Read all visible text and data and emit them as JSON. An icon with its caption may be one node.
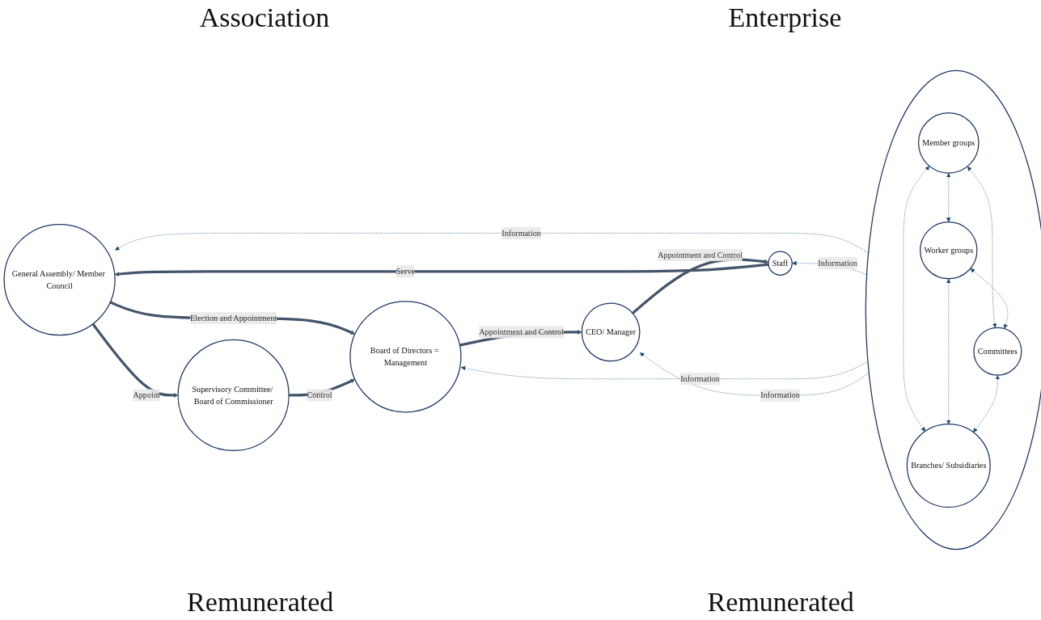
{
  "diagram": {
    "nodes": [
      {
        "text": [
          "General Assembly/ Member Council"
        ]
      },
      {
        "text": [
          "Supervisory Committee/ Board of Commissioner"
        ]
      },
      {
        "text": [
          "Board of Directors = Management"
        ]
      },
      {
        "text": [],
        "shape": "circle"
      },
      {
        "text": [
          "Member groups"
        ],
        "in": 3
      },
      {
        "text": [
          "Worker groups"
        ],
        "in": 3
      },
      {
        "text": [
          "Committees"
        ],
        "in": 3
      },
      {
        "text": [
          "Branches/ Subsidiaries"
        ],
        "in": 3
      },
      {
        "text": [
          "Staff"
        ]
      },
      {
        "text": [
          "CEO/ Manager"
        ]
      }
    ],
    "edges": [
      {
        "from": 8,
        "to": 0,
        "arrow": "to",
        "label": "Serve",
        "style": "thick"
      },
      {
        "from": 0,
        "to": 2,
        "arrow": "to",
        "label": "Election and Appointment",
        "style": "thick"
      },
      {
        "from": 0,
        "to": 1,
        "arrow": "to",
        "label": "Appoint",
        "style": "thick"
      },
      {
        "from": 1,
        "to": 2,
        "arrow": "to",
        "label": "Control",
        "style": "thick"
      },
      {
        "from": 2,
        "to": 9,
        "arrow": "to",
        "label": "Appointment and Control",
        "style": "thick"
      },
      {
        "from": 9,
        "to": 8,
        "arrow": "to",
        "label": "Appointment and Control",
        "style": "thick"
      },
      {
        "from": 0,
        "to": 3,
        "arrow": "both",
        "label": "Information",
        "style": "dashed"
      },
      {
        "from": 8,
        "to": 3,
        "arrow": "both",
        "label": "Information",
        "style": "dashed"
      },
      {
        "from": 2,
        "to": 3,
        "arrow": "both",
        "label": "Information",
        "style": "dashed"
      },
      {
        "from": 9,
        "to": 3,
        "arrow": "both",
        "label": "Information",
        "style": "dashed"
      },
      {
        "from": 4,
        "to": 5,
        "arrow": "both",
        "style": "dashed"
      },
      {
        "from": 4,
        "to": 6,
        "arrow": "both",
        "style": "dashed"
      },
      {
        "from": 4,
        "to": 7,
        "arrow": "both",
        "style": "dashed"
      },
      {
        "from": 5,
        "to": 6,
        "arrow": "both",
        "style": "dashed"
      },
      {
        "from": 5,
        "to": 7,
        "arrow": "both",
        "style": "dashed"
      },
      {
        "from": 6,
        "to": 7,
        "arrow": "both",
        "style": "dashed"
      }
    ],
    "labels": [
      "Association",
      "Enterprise",
      "Remunerated",
      "Remunerated"
    ]
  }
}
